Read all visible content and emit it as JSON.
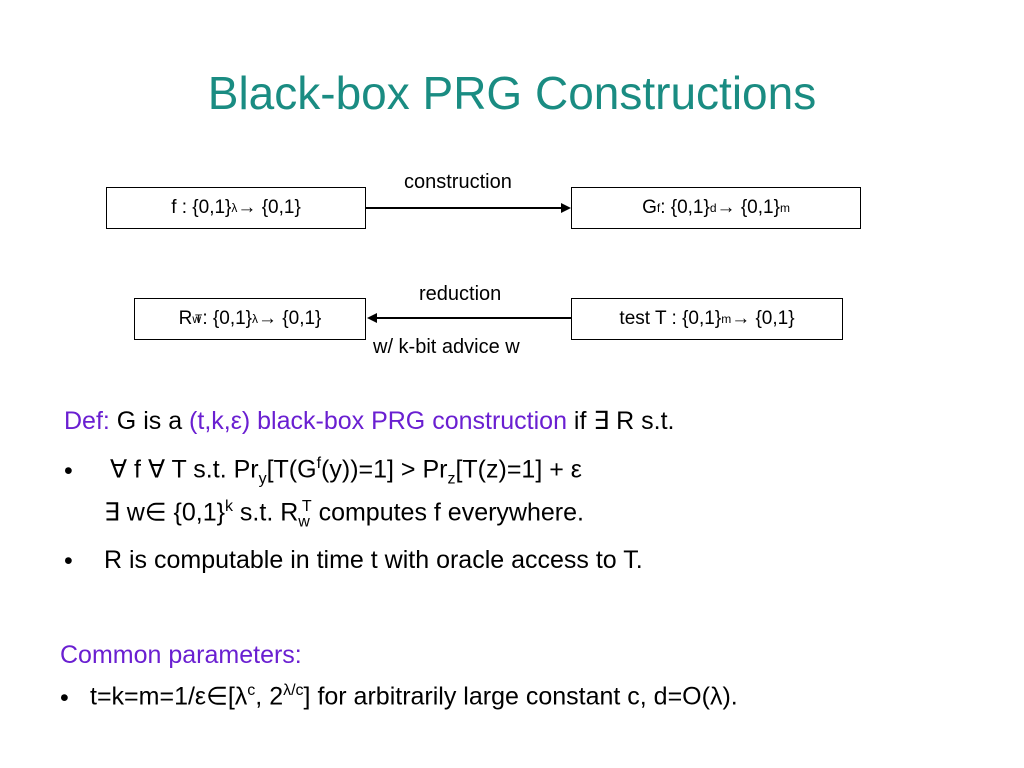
{
  "title": "Black-box PRG Constructions",
  "diagram": {
    "box_f": {
      "base": "f : {0,1}",
      "sup": "λ",
      "rest": " → {0,1}"
    },
    "box_g": {
      "g": "G",
      "g_sup": "f",
      "mid": " : {0,1}",
      "mid_sup": "d",
      "arrow": "→ {0,1}",
      "end_sup": "m"
    },
    "label_construction": "construction",
    "box_r": {
      "r": "R",
      "r_sub": "w",
      "r_sup": "T",
      "mid": " : {0,1}",
      "mid_sup": "λ",
      "rest": "→ {0,1}"
    },
    "box_t": {
      "base": "test T : {0,1}",
      "sup": "m",
      "rest": " → {0,1}"
    },
    "label_reduction": "reduction",
    "label_advice": "w/ k-bit advice w"
  },
  "definition": {
    "def_label": "Def:",
    "g_is_a": " G is a ",
    "params": "(t,k,ε)",
    "construction_term": " black-box PRG construction",
    "if_exists": " if ∃ R s.t."
  },
  "bullets": {
    "b1_line1": {
      "bullet": "•",
      "p1": "∀ f ∀ T  s.t. Pr",
      "sub_y": "y",
      "p2": "[T(G",
      "sup_f": "f",
      "p3": "(y))=1] > Pr",
      "sub_z": "z",
      "p4": "[T(z)=1] + ε"
    },
    "b1_line2": {
      "p1": "∃ w∈ {0,1}",
      "sup_k": "k",
      "p2": " s.t. R",
      "sub_w": "w",
      "sup_t": "T",
      "p3": " computes f everywhere."
    },
    "b2": {
      "bullet": "•",
      "text": "R is computable in time t with oracle access to T."
    }
  },
  "common": {
    "heading": "Common parameters:",
    "bullet": "•",
    "p1": "t=k=m=1/ε∈[λ",
    "sup_c": "c",
    "p2": ", 2",
    "sup_lc": "λ/c",
    "p3": "] for arbitrarily large constant c, d=O(λ)."
  },
  "colors": {
    "title": "#1a8c82",
    "accent": "#6a1fd1"
  }
}
